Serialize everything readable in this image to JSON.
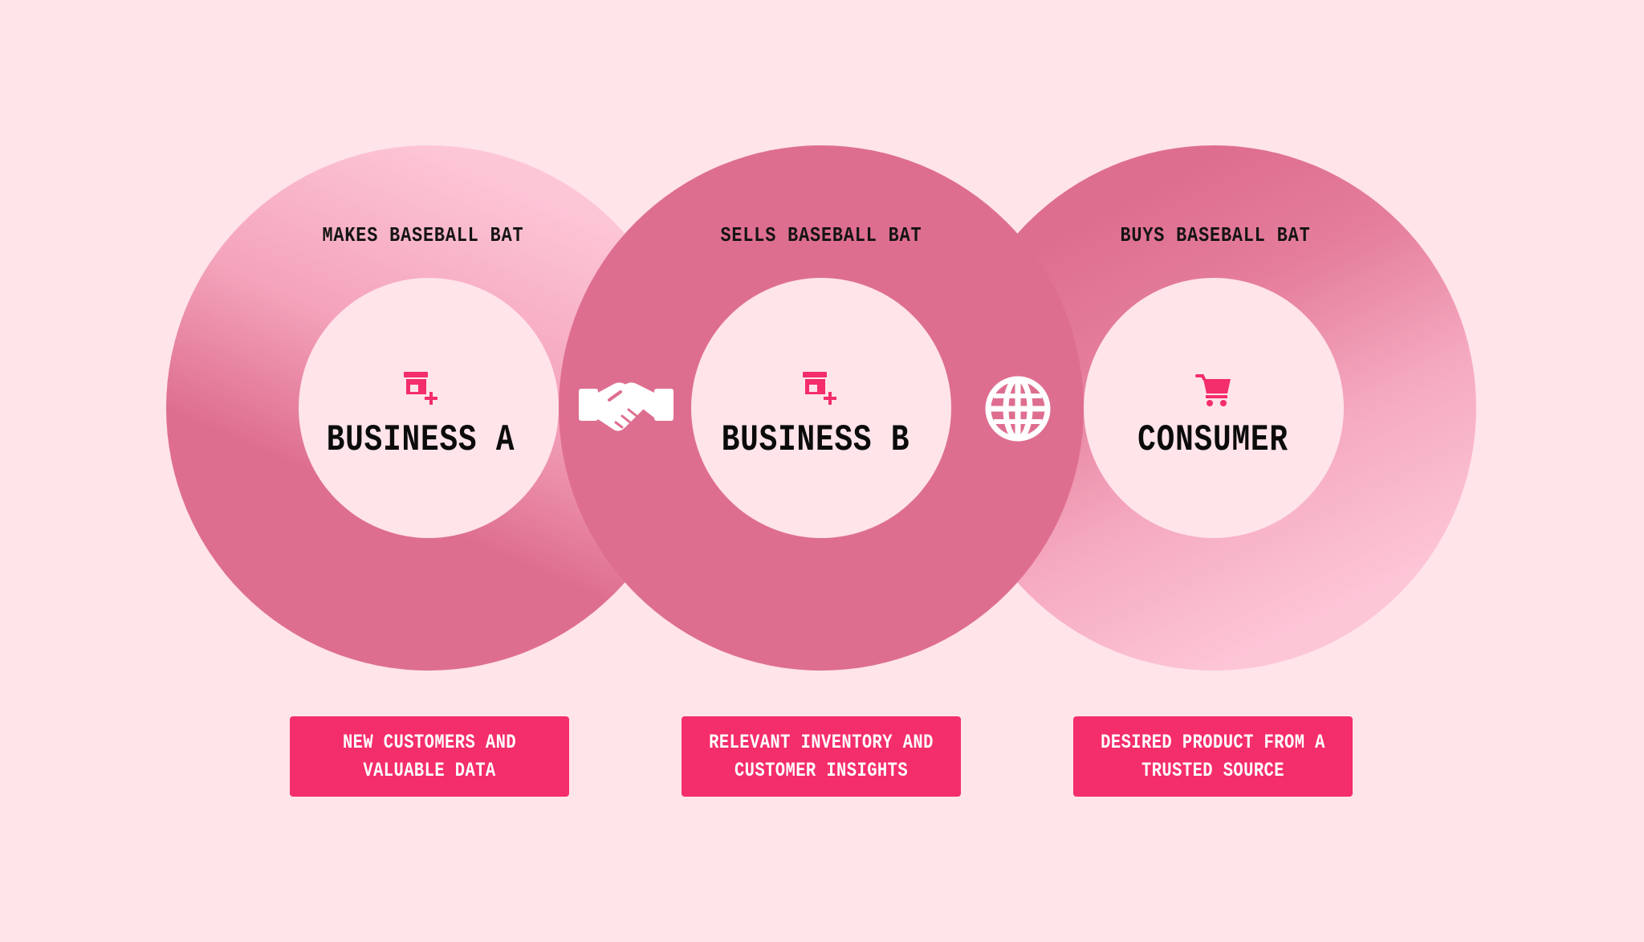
{
  "colors": {
    "background": "#ffe4ea",
    "ring_dark": "#de6e8f",
    "ring_light": "#fdc6d7",
    "inner_circle": "#ffe4ea",
    "accent": "#f42d6b",
    "box_text": "#ffffff",
    "label_text": "#111111"
  },
  "stages": [
    {
      "caption": "MAKES BASEBALL BAT",
      "name": "BUSINESS A",
      "icon": "storefront-add-icon",
      "benefit": [
        "NEW CUSTOMERS AND",
        "VALUABLE DATA"
      ]
    },
    {
      "caption": "SELLS BASEBALL BAT",
      "name": "BUSINESS B",
      "icon": "storefront-add-icon",
      "benefit": [
        "RELEVANT INVENTORY AND",
        "CUSTOMER INSIGHTS"
      ]
    },
    {
      "caption": "BUYS BASEBALL BAT",
      "name": "CONSUMER",
      "icon": "shopping-cart-icon",
      "benefit": [
        "DESIRED PRODUCT FROM A",
        "TRUSTED SOURCE"
      ]
    }
  ],
  "connectors": [
    {
      "icon": "handshake-icon"
    },
    {
      "icon": "globe-icon"
    }
  ]
}
